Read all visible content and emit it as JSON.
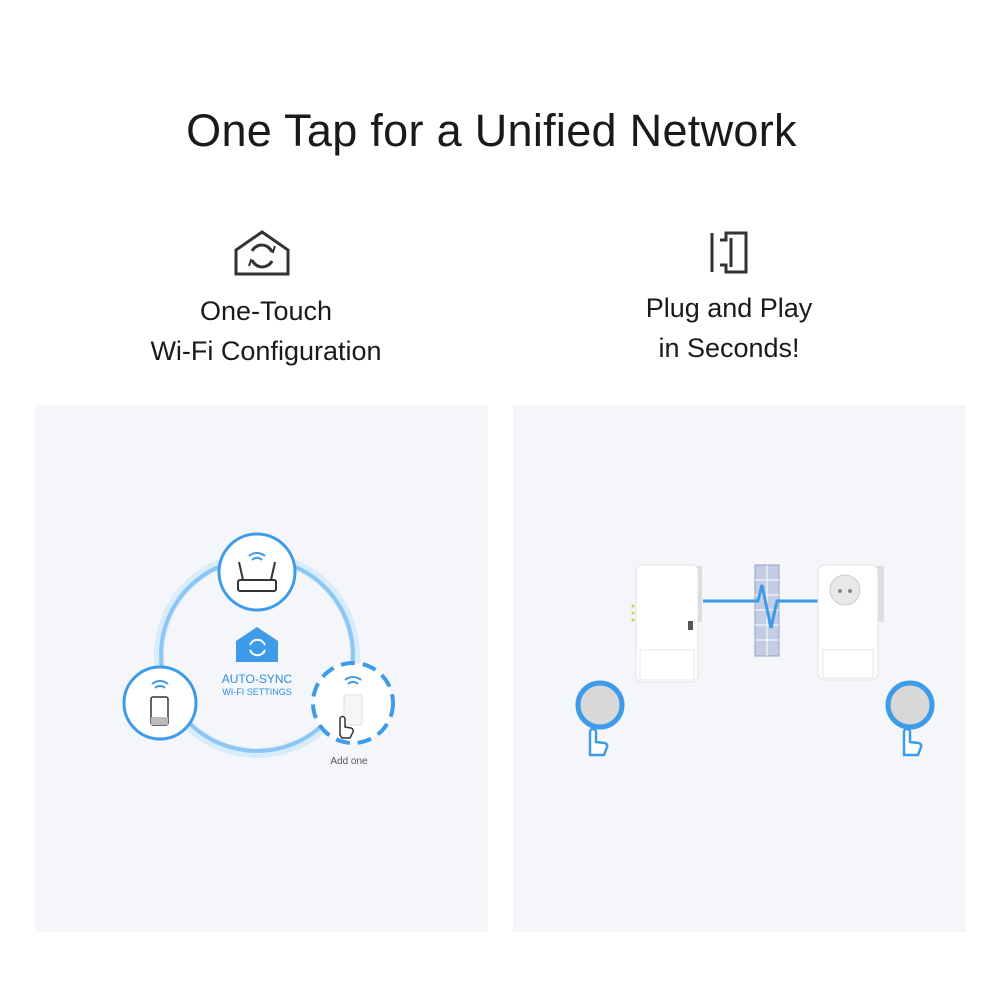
{
  "title": "One Tap for a Unified Network",
  "features": [
    {
      "icon": "house-sync-icon",
      "line1": "One-Touch",
      "line2": "Wi-Fi Configuration"
    },
    {
      "icon": "plug-icon",
      "line1": "Plug and Play",
      "line2": "in Seconds!"
    }
  ],
  "left_panel": {
    "center_label_1": "AUTO-SYNC",
    "center_label_2": "WI-FI SETTINGS",
    "add_label": "Add one"
  },
  "colors": {
    "accent": "#3d9be9",
    "panel": "#f4f6f9",
    "text": "#1a1a1a"
  }
}
